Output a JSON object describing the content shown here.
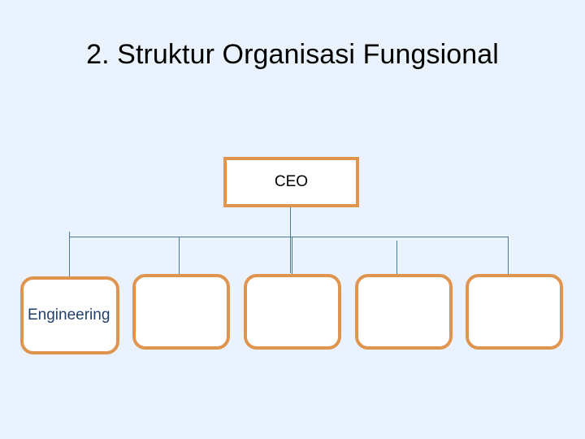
{
  "slide": {
    "title": "2. Struktur Organisasi Fungsional",
    "background_color": "#eaf2fd",
    "title_color": "#000000"
  },
  "theme": {
    "node_border_color": "#df9550",
    "node_fill_color": "#ffffff",
    "connector_color": "#4a7a94",
    "root_label_color": "#000000",
    "child_label_color": "#22406b"
  },
  "org_chart": {
    "root": {
      "label": "CEO",
      "shape": "rectangle"
    },
    "children": [
      {
        "label": "Engineering",
        "shape": "rounded-rectangle"
      },
      {
        "label": "",
        "shape": "rounded-rectangle"
      },
      {
        "label": "",
        "shape": "rounded-rectangle"
      },
      {
        "label": "",
        "shape": "rounded-rectangle"
      },
      {
        "label": "",
        "shape": "rounded-rectangle"
      }
    ]
  }
}
